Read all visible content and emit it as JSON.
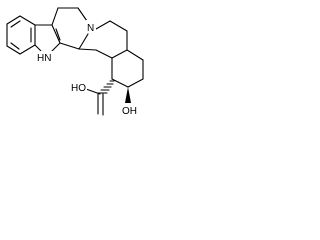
{
  "molecule": {
    "atoms": {
      "n_indole": "HN",
      "n_ring": "N",
      "acid_group": "HO",
      "hydroxyl": "OH"
    }
  },
  "colors": {
    "ink": "#000000",
    "background": "#ffffff"
  }
}
